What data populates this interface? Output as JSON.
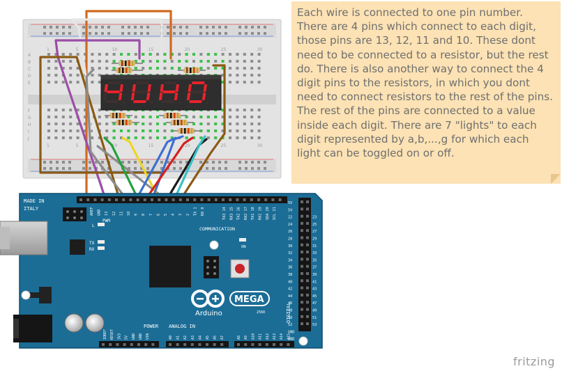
{
  "note": {
    "text": "Each wire is connected to one pin number. There are 4 pins which connect to each digit, those pins are 13, 12, 11 and 10. These dont need to be connected to a resistor, but the rest do. There is also another way to connect the 4 digit pins to the resistors, in which you dont need to connect resistors to the rest of the pins. The rest of the pins are connected to a value inside each digit. There are 7 \"lights\" to each digit represented by a,b,...,g for which each light can be toggled on or off."
  },
  "brand": "fritzing",
  "breadboard": {
    "row_labels_top": [
      "A",
      "B",
      "C",
      "D",
      "E"
    ],
    "row_labels_bottom": [
      "F",
      "G",
      "H",
      "I",
      "J"
    ],
    "column_numbers": [
      "1",
      "5",
      "10",
      "15",
      "20",
      "25",
      "30"
    ]
  },
  "display": {
    "digits": [
      "4",
      "U",
      "H",
      "0"
    ],
    "color": "#e8232a"
  },
  "arduino": {
    "made_in": "MADE IN",
    "country": "ITALY",
    "aref": "AREF",
    "gnd": "GND",
    "digital_pins": [
      "13",
      "12",
      "11",
      "10",
      "9",
      "8",
      "7",
      "6",
      "5",
      "4",
      "3",
      "2",
      "TX 1",
      "RX 0"
    ],
    "comm_pins": [
      "TX3 14",
      "RX3 15",
      "TX2 16",
      "RX2 17",
      "TX1 18",
      "RX1 19",
      "SDA 20",
      "SCL 21"
    ],
    "pwm": "PWM",
    "communication": "COMMUNICATION",
    "led_l": "L",
    "led_tx": "TX",
    "led_rx": "RX",
    "led_on": "ON",
    "logo_text": "Arduino",
    "model": "MEGA",
    "chip": "2560",
    "power": "POWER",
    "power_pins": [
      "IOREF",
      "RESET",
      "3V3",
      "5V",
      "GND",
      "GND",
      "VIN"
    ],
    "analog_in": "ANALOG IN",
    "analog_pins": [
      "A0",
      "A1",
      "A2",
      "A3",
      "A4",
      "A5",
      "A6",
      "A7",
      "A8",
      "A9",
      "A10",
      "A11",
      "A12",
      "A13",
      "A14",
      "A15"
    ],
    "digital_label": "DIGITAL",
    "header_left": [
      "22",
      "24",
      "26",
      "28",
      "30",
      "32",
      "34",
      "36",
      "38",
      "40",
      "42",
      "44",
      "46",
      "48",
      "50",
      "52"
    ],
    "header_right": [
      "23",
      "25",
      "27",
      "29",
      "31",
      "33",
      "35",
      "37",
      "39",
      "41",
      "43",
      "45",
      "47",
      "49",
      "51",
      "53"
    ],
    "header_top": [
      "5V",
      "5V"
    ],
    "header_bottom": [
      "GND",
      "GND"
    ],
    "board_color": "#1b6d96"
  },
  "wires": {
    "colors": {
      "orange": "#d06a1f",
      "white": "#e6e6e6",
      "purple": "#9c4ea6",
      "brown": "#8a5a14",
      "gray": "#8c8c8c",
      "green": "#24a13b",
      "yellow": "#ecd626",
      "blue": "#3d6fd0",
      "red": "#d42020",
      "black": "#1a1a1a",
      "cyan": "#38c0c8"
    }
  }
}
